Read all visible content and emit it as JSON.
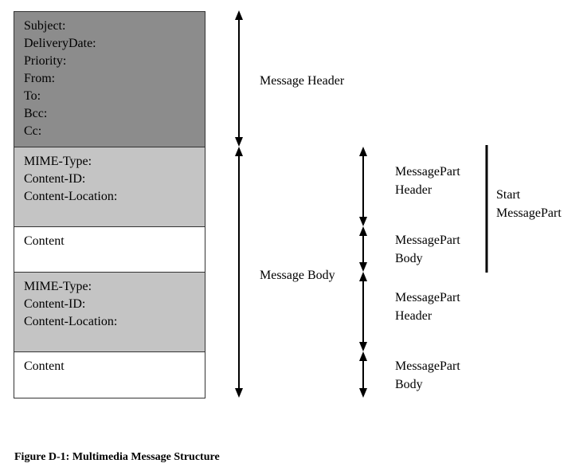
{
  "colors": {
    "header_fill": "#8c8c8c",
    "part_header_fill": "#c4c4c4",
    "content_fill": "#ffffff"
  },
  "message_header": {
    "fields": [
      "Subject:",
      "DeliveryDate:",
      "Priority:",
      "From:",
      "To:",
      "Bcc:",
      "Cc:"
    ],
    "label": "Message Header"
  },
  "message_body": {
    "label": "Message Body"
  },
  "parts": [
    {
      "header_fields": [
        "MIME-Type:",
        "Content-ID:",
        "Content-Location:"
      ],
      "content": "Content",
      "header_label": [
        "MessagePart",
        "Header"
      ],
      "body_label": [
        "MessagePart",
        "Body"
      ]
    },
    {
      "header_fields": [
        "MIME-Type:",
        "Content-ID:",
        "Content-Location:"
      ],
      "content": "Content",
      "header_label": [
        "MessagePart",
        "Header"
      ],
      "body_label": [
        "MessagePart",
        "Body"
      ]
    }
  ],
  "start_label": [
    "Start",
    "MessagePart"
  ],
  "caption": "Figure D-1: Multimedia Message Structure"
}
